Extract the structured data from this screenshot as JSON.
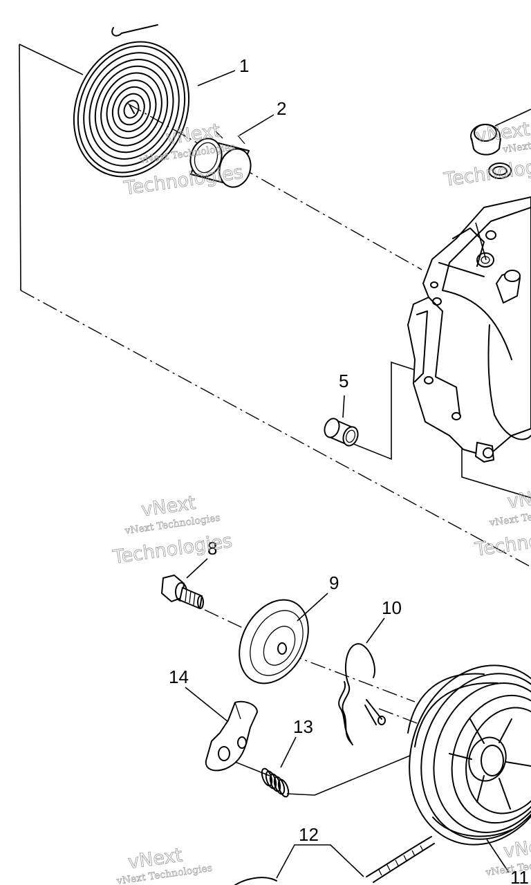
{
  "callouts": [
    {
      "id": "c1",
      "text": "1"
    },
    {
      "id": "c2",
      "text": "2"
    },
    {
      "id": "c5",
      "text": "5"
    },
    {
      "id": "c8",
      "text": "8"
    },
    {
      "id": "c9",
      "text": "9"
    },
    {
      "id": "c10",
      "text": "10"
    },
    {
      "id": "c11",
      "text": "11"
    },
    {
      "id": "c12",
      "text": "12"
    },
    {
      "id": "c13",
      "text": "13"
    },
    {
      "id": "c14",
      "text": "14"
    }
  ],
  "watermark": {
    "small": "vNext Technologies",
    "large_top": "vNext",
    "large_bottom": "Technologies"
  }
}
